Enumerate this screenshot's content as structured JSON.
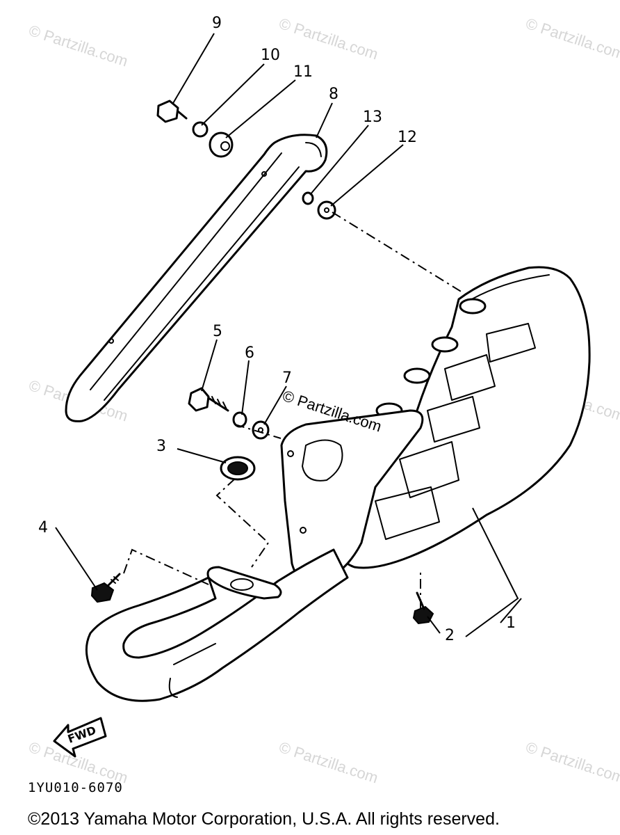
{
  "diagram": {
    "part_numbers": [
      "1",
      "2",
      "3",
      "4",
      "5",
      "6",
      "7",
      "8",
      "9",
      "10",
      "11",
      "12",
      "13"
    ],
    "diagram_code": "1YU010-6070",
    "copyright": "©2013 Yamaha Motor Corporation, U.S.A. All rights reserved.",
    "watermark": "© Partzilla.com",
    "direction_marker": "FWD"
  }
}
